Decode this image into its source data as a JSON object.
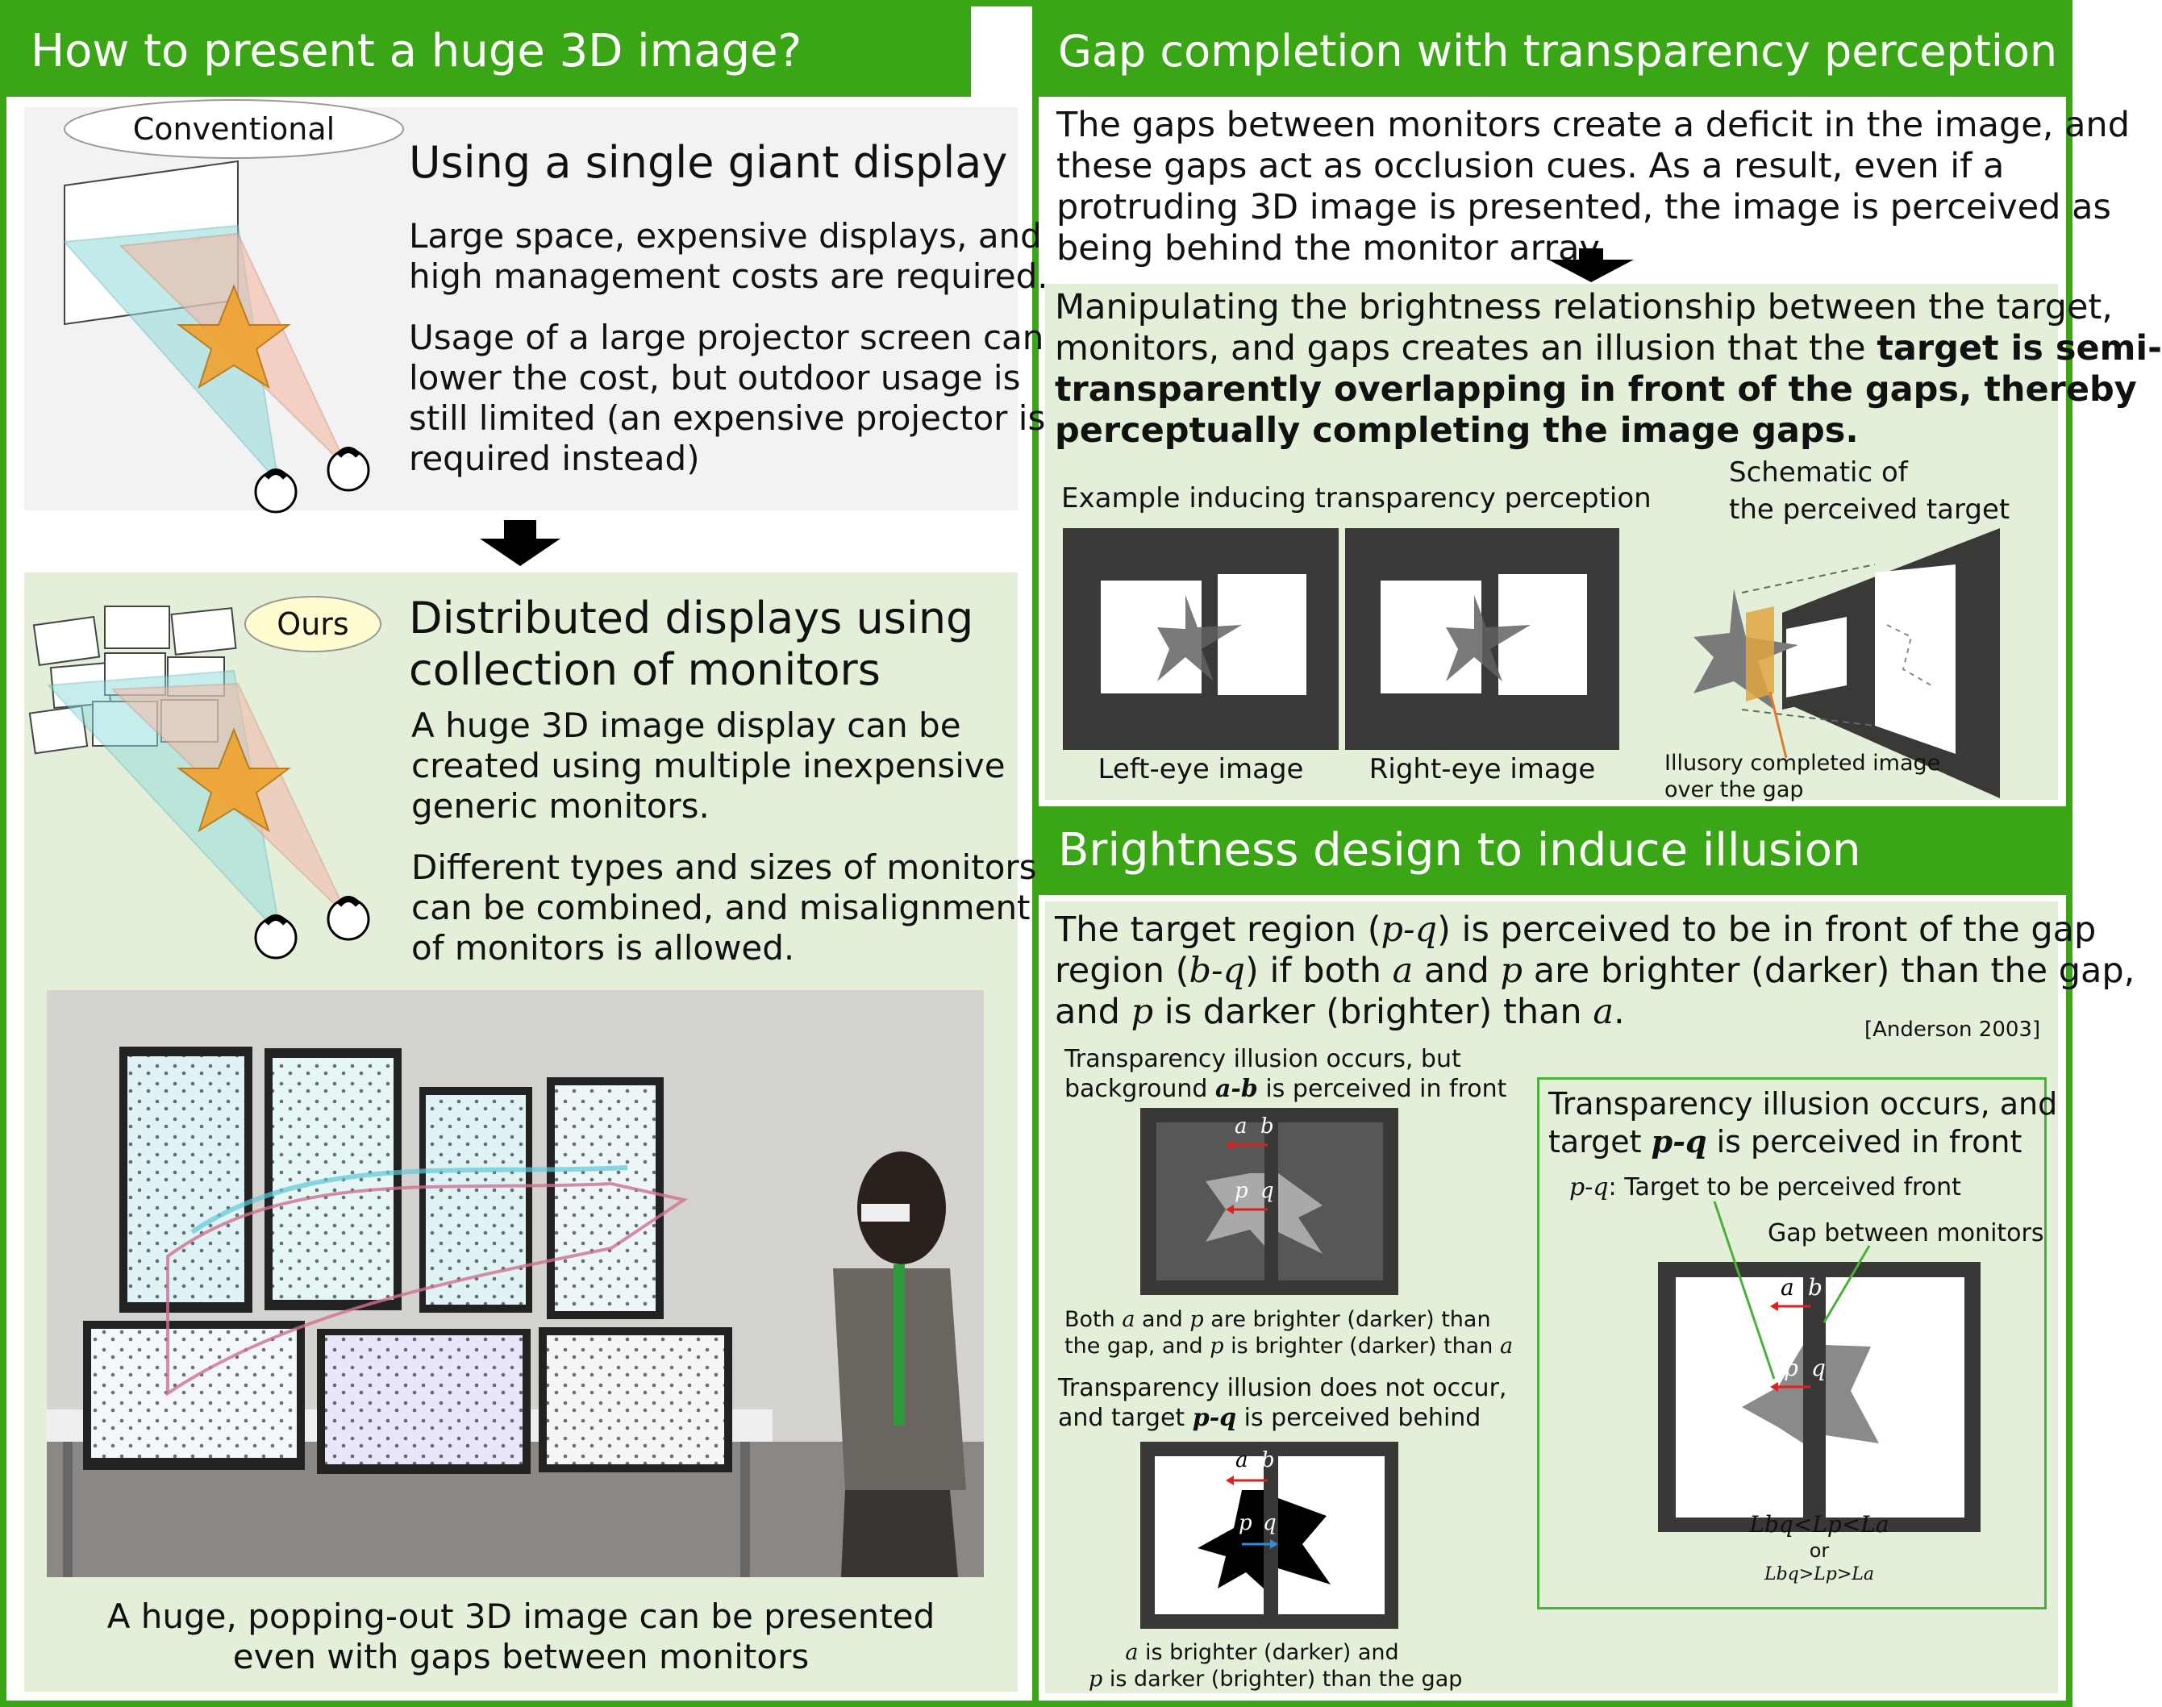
{
  "left": {
    "title": "How to present a huge 3D image?",
    "conventional": {
      "tag": "Conventional",
      "heading": "Using a single giant display",
      "p1": [
        "Large space, expensive displays, and",
        "high management costs are required."
      ],
      "p2": [
        "Usage of a large projector screen can",
        "lower the cost, but outdoor usage is",
        "still limited (an expensive projector is",
        "required instead)"
      ]
    },
    "ours": {
      "tag": "Ours",
      "heading": [
        "Distributed displays using",
        "collection of monitors"
      ],
      "p1": [
        "A huge 3D image display can be",
        "created using multiple inexpensive",
        "generic monitors."
      ],
      "p2": [
        "Different types and sizes of monitors",
        "can be combined, and misalignment",
        "of monitors is allowed."
      ],
      "caption": [
        "A huge, popping-out 3D image can be presented",
        "even with gaps between monitors"
      ]
    }
  },
  "gap": {
    "title": "Gap completion with transparency perception",
    "p1": [
      "The gaps between monitors create a deficit in the image, and",
      "these gaps act as occlusion cues. As a result, even if a",
      "protruding 3D image is presented, the image is perceived as",
      "being behind the monitor array."
    ],
    "p2": {
      "l1": "Manipulating the brightness relationship between the target,",
      "l2a": "monitors, and gaps creates an illusion that the ",
      "l2b": "target is semi-",
      "l3": "transparently overlapping in front of the gaps, thereby",
      "l4": "perceptually completing the image gaps."
    },
    "example_label": "Example inducing transparency perception",
    "left_eye": "Left-eye image",
    "right_eye": "Right-eye image",
    "schematic": [
      "Schematic of",
      "the perceived target"
    ],
    "illusory": [
      "Illusory completed image",
      "over the gap"
    ]
  },
  "bright": {
    "title": "Brightness design to induce illusion",
    "p": {
      "l1a": "The target region (",
      "l1b": "p-q",
      "l1c": ") is perceived to be in front of the gap",
      "l2a": "region (",
      "l2b": "b-q",
      "l2c": ") if both ",
      "l2d": "a",
      "l2e": " and ",
      "l2f": "p",
      "l2g": " are brighter (darker) than the gap,",
      "l3a": "and ",
      "l3b": "p",
      "l3c": " is darker (brighter) than ",
      "l3d": "a",
      "l3e": "."
    },
    "ref": "[Anderson 2003]",
    "case1": {
      "t1": "Transparency illusion occurs, but",
      "t2a": "background ",
      "t2b": "a-b",
      "t2c": " is perceived in front",
      "c1a": "Both ",
      "c1b": "a",
      "c1c": " and ",
      "c1d": "p",
      "c1e": " are brighter (darker) than",
      "c2a": "the gap, and ",
      "c2b": "p",
      "c2c": " is brighter (darker) than ",
      "c2d": "a"
    },
    "case2": {
      "t1": "Transparency illusion does not occur,",
      "t2a": "and target ",
      "t2b": "p-q",
      "t2c": " is perceived behind",
      "c1a": "a",
      "c1b": " is brighter (darker) and",
      "c2a": "p",
      "c2b": " is darker (brighter) than the gap"
    },
    "case3": {
      "t1": "Transparency illusion occurs, and",
      "t2a": "target ",
      "t2b": "p-q",
      "t2c": " is perceived in front",
      "pq_a": "p-q",
      "pq_b": ": Target to be perceived front",
      "gap_label": "Gap between monitors",
      "eq1": "Lbq<Lp<La",
      "eq_or": "or",
      "eq2": "Lbq>Lp>La"
    },
    "letters": {
      "a": "a",
      "b": "b",
      "p": "p",
      "q": "q"
    }
  }
}
